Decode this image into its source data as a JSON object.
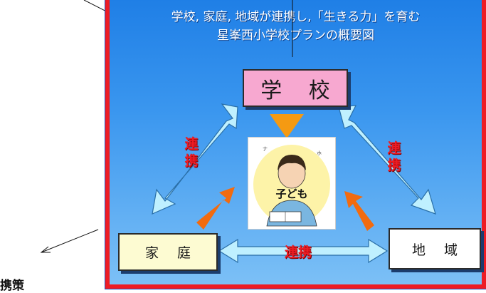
{
  "title": {
    "line1": "学校, 家庭, 地域が連携し,「生きる力」を育む",
    "line2": "星峯西小学校プランの概要図"
  },
  "nodes": {
    "school": "学 校",
    "family": "家 庭",
    "region": "地 域",
    "child": "子ども"
  },
  "links": {
    "left": "連携",
    "right": "連携",
    "bottom": "連携"
  },
  "partial_text": "携策",
  "colors": {
    "frame_border": "#ee1c24",
    "background": "#2f8ceb",
    "arrow_fill": "#bff0ff",
    "push_arrow": "#f26b0f"
  }
}
